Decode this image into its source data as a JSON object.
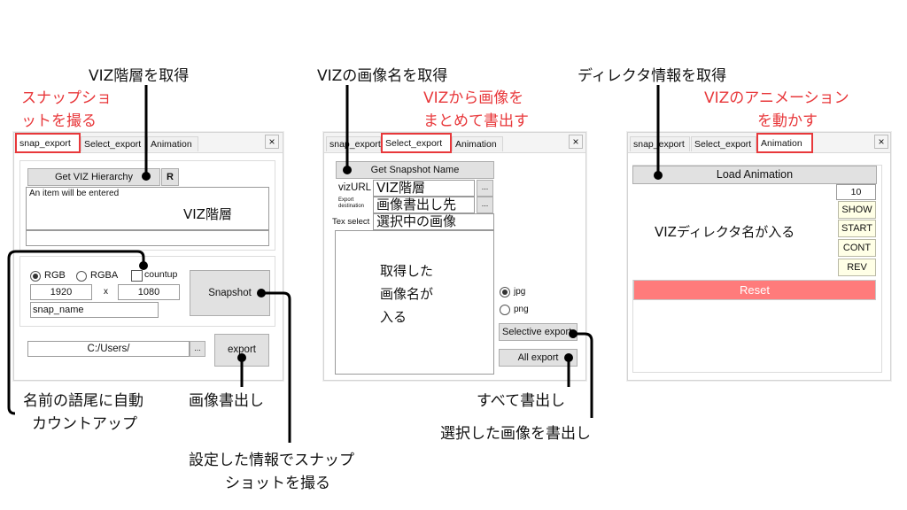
{
  "annotations": {
    "get_hierarchy": "VIZ階層を取得",
    "snapshot_title_line1": "スナップショ",
    "snapshot_title_line2": "ットを撮る",
    "countup_line1": "名前の語尾に自動",
    "countup_line2": "カウントアップ",
    "export_image": "画像書出し",
    "snapshot_line1": "設定した情報でスナップ",
    "snapshot_line2": "ショットを撮る",
    "get_image_name": "VIZの画像名を取得",
    "bulk_export_line1": "VIZから画像を",
    "bulk_export_line2": "まとめて書出す",
    "all_export": "すべて書出し",
    "selective_export": "選択した画像を書出し",
    "get_director": "ディレクタ情報を取得",
    "animation_line1": "VIZのアニメーション",
    "animation_line2": "を動かす"
  },
  "tabs": [
    "snap_export",
    "Select_export",
    "Animation"
  ],
  "close_label": "×",
  "snap_panel": {
    "get_hierarchy_button": "Get VIZ Hierarchy",
    "r_button": "R",
    "hierarchy_placeholder": "An item will be entered",
    "hierarchy_hint": "VIZ階層",
    "format_rgb": "RGB",
    "format_rgba": "RGBA",
    "selected_format": "RGB",
    "countup_label": "countup",
    "countup_checked": false,
    "width": "1920",
    "times": "x",
    "height": "1080",
    "name": "snap_name",
    "snapshot_button": "Snapshot",
    "path": "C:/Users/",
    "browse_label": "...",
    "export_button": "export"
  },
  "select_panel": {
    "get_snapshot_name_button": "Get Snapshot Name",
    "vizurl_label": "vizURL",
    "vizurl_value": "VIZ階層",
    "export_dest_label_line1": "Export",
    "export_dest_label_line2": "destination",
    "export_dest_value": "画像書出し先",
    "tex_select_label": "Tex select",
    "tex_select_value": "選択中の画像",
    "browse_label": "...",
    "list_hint_line1": "取得した",
    "list_hint_line2": "画像名が",
    "list_hint_line3": "入る",
    "format_jpg": "jpg",
    "format_png": "png",
    "selected_format": "jpg",
    "selective_export_button": "Selective export",
    "all_export_button": "All export"
  },
  "anim_panel": {
    "load_animation_button": "Load Animation",
    "director_hint": "VIZディレクタ名が入る",
    "frame_value": "10",
    "show_button": "SHOW",
    "start_button": "START",
    "cont_button": "CONT",
    "rev_button": "REV",
    "reset_button": "Reset"
  },
  "colors": {
    "highlight_red": "#e8383b",
    "reset_red": "#ff7b7b",
    "control_yellow": "#ffffe6"
  }
}
